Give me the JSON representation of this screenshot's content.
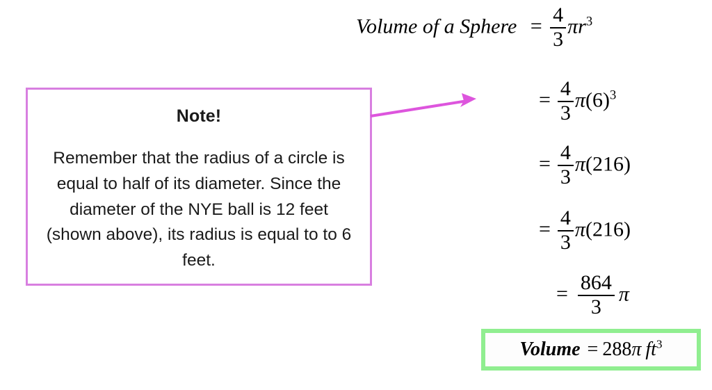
{
  "slide": {
    "background_color": "#ffffff",
    "title_formula": {
      "label": "Volume of a Sphere",
      "equals": "=",
      "numerator": "4",
      "denominator": "3",
      "pi": "π",
      "variable": "r",
      "exponent": "3"
    }
  },
  "note": {
    "title": "Note!",
    "body": "Remember that the radius of a circle is equal to half of its diameter.  Since the diameter of the NYE ball is 12 feet (shown above), its radius is equal to to 6 feet.",
    "border_color": "#d87fe0"
  },
  "arrow": {
    "name": "note-pointer-arrow",
    "color": "#dd55dd"
  },
  "steps": [
    {
      "equals": "=",
      "numerator": "4",
      "denominator": "3",
      "pi": "π",
      "open_paren": "(",
      "value": "6",
      "close_paren": ")",
      "exponent": "3"
    },
    {
      "equals": "=",
      "numerator": "4",
      "denominator": "3",
      "pi": "π",
      "open_paren": "(",
      "value": "216",
      "close_paren": ")",
      "exponent": ""
    },
    {
      "equals": "=",
      "numerator": "4",
      "denominator": "3",
      "pi": "π",
      "open_paren": "(",
      "value": "216",
      "close_paren": ")",
      "exponent": ""
    },
    {
      "equals": "=",
      "numerator": "864",
      "denominator": "3",
      "pi": "π",
      "open_paren": "",
      "value": "",
      "close_paren": "",
      "exponent": ""
    }
  ],
  "answer": {
    "label": "Volume",
    "equals": "=",
    "coefficient": "288",
    "pi": "π",
    "unit": "ft",
    "unit_exponent": "3",
    "border_color": "#90ee90"
  }
}
